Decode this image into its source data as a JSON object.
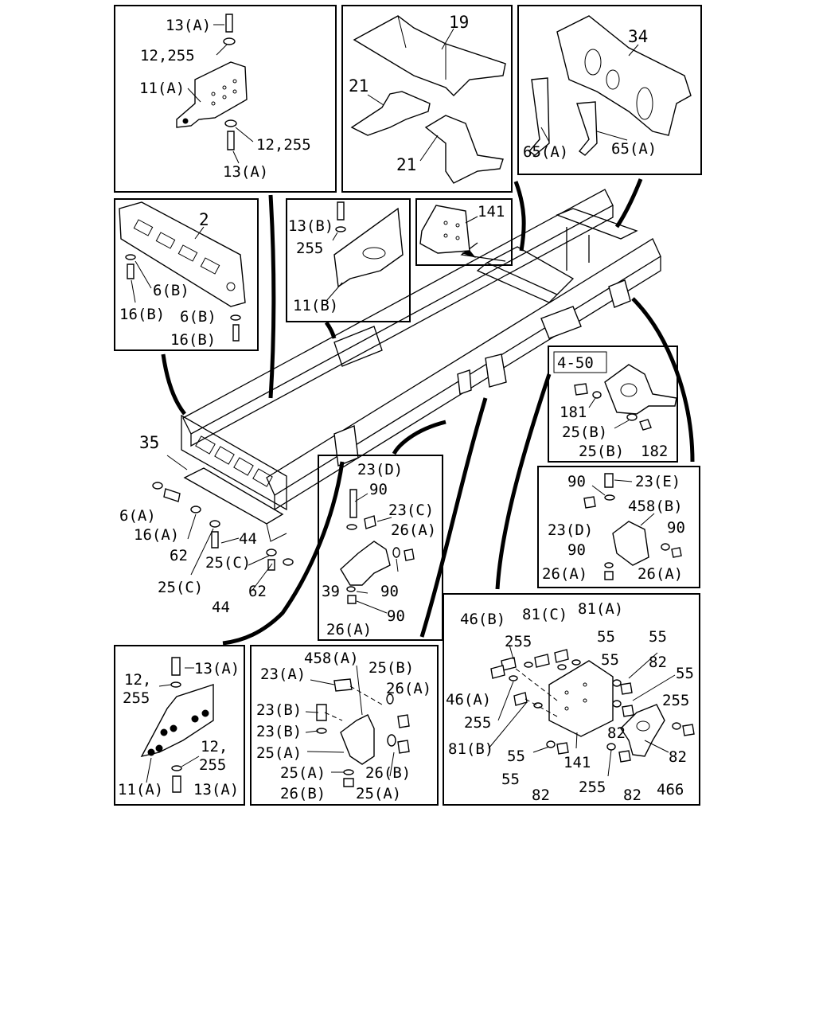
{
  "panels": {
    "top_left": [
      "13(A)",
      "12,255",
      "11(A)",
      "12,255",
      "13(A)"
    ],
    "top_mid": [
      "19",
      "21",
      "21"
    ],
    "top_right": [
      "34",
      "65(A)",
      "65(A)"
    ],
    "left_mid": [
      "2",
      "6(B)",
      "16(B)",
      "6(B)",
      "16(B)"
    ],
    "mid_small": [
      "13(B)",
      "255",
      "11(B)"
    ],
    "part_141": [
      "141"
    ],
    "part_450": [
      "4-50",
      "181",
      "25(B)",
      "25(B)",
      "182"
    ],
    "bracket_right": [
      "90",
      "23(E)",
      "458(B)",
      "23(D)",
      "90",
      "90",
      "26(A)",
      "26(A)"
    ],
    "center": [
      "23(D)",
      "90",
      "23(C)",
      "26(A)",
      "39",
      "90",
      "90",
      "26(A)"
    ],
    "crossmember_front": [
      "35",
      "6(A)",
      "16(A)",
      "62",
      "44",
      "25(C)",
      "25(C)",
      "62",
      "44"
    ],
    "bottom_left": [
      "12,",
      "255",
      "13(A)",
      "12,",
      "255",
      "11(A)",
      "13(A)"
    ],
    "bottom_mid": [
      "458(A)",
      "23(A)",
      "25(B)",
      "26(A)",
      "23(B)",
      "23(B)",
      "25(A)",
      "25(A)",
      "26(B)",
      "26(B)",
      "25(A)"
    ],
    "bottom_right": [
      "46(B)",
      "81(C)",
      "81(A)",
      "255",
      "55",
      "55",
      "55",
      "82",
      "55",
      "46(A)",
      "255",
      "255",
      "82",
      "81(B)",
      "55",
      "141",
      "55",
      "82",
      "255",
      "82",
      "466",
      "82"
    ]
  }
}
